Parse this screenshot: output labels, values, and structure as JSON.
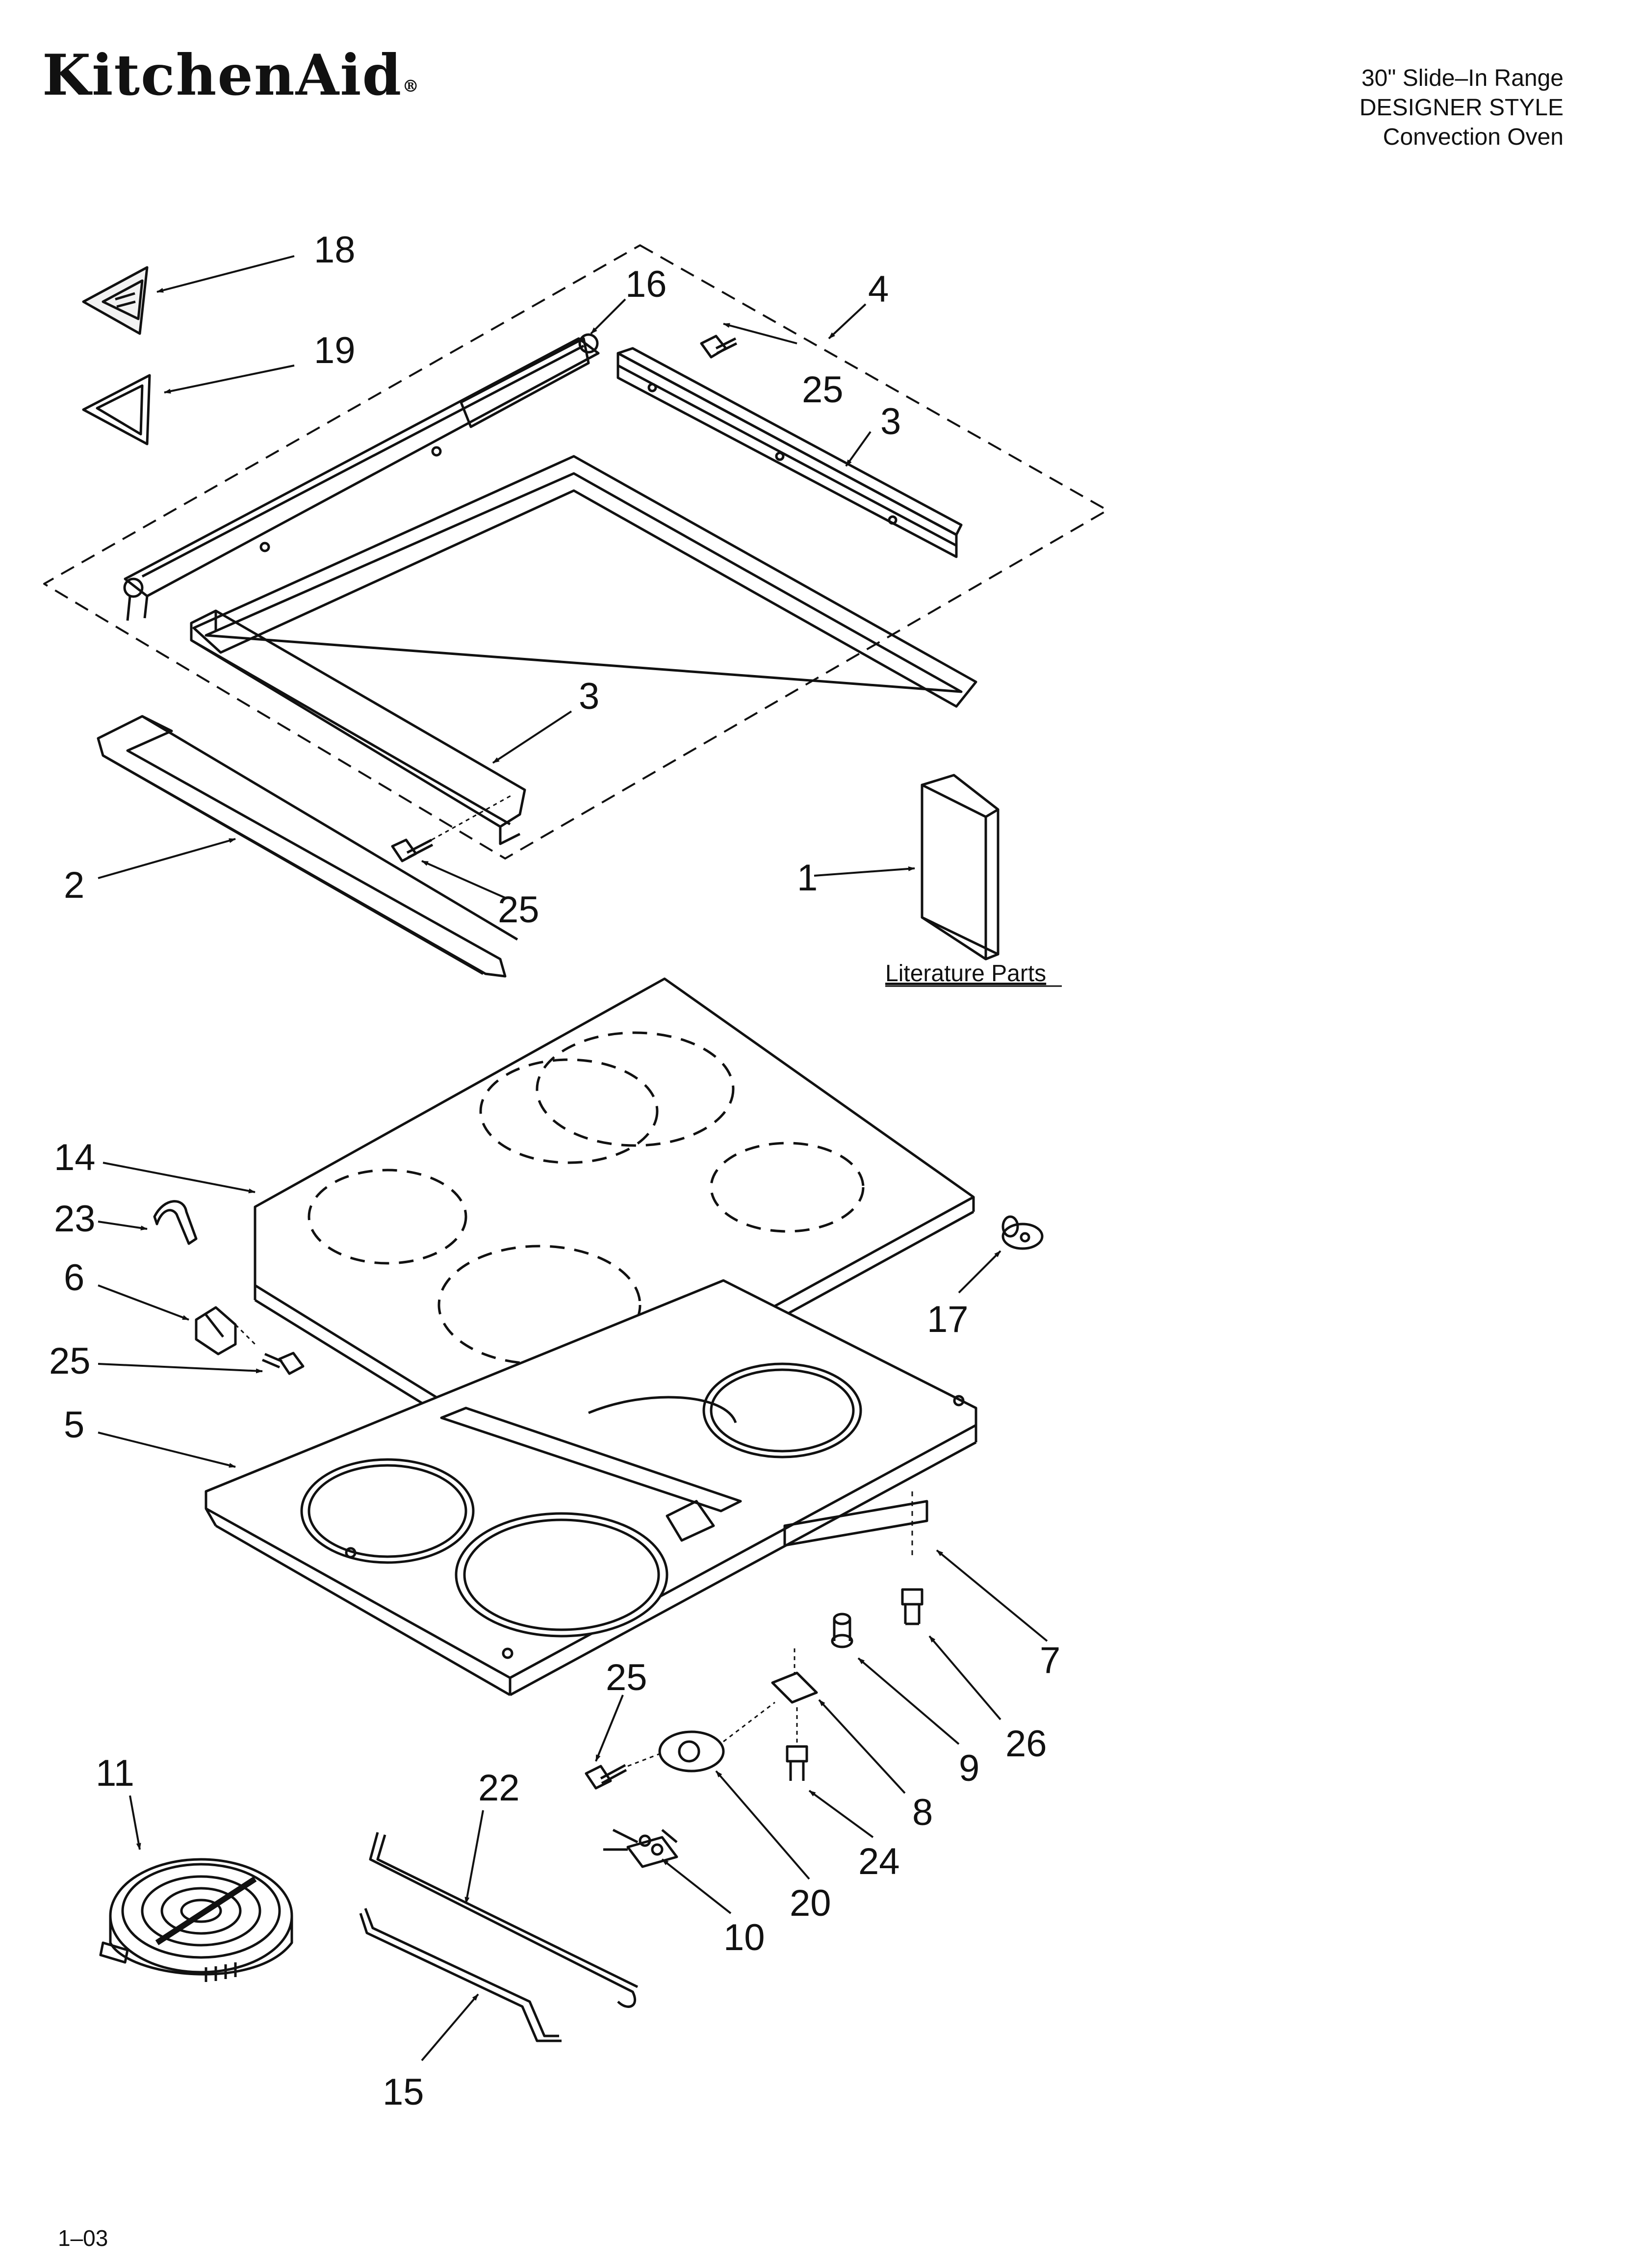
{
  "header": {
    "brand": "KitchenAid",
    "brand_mark": "®",
    "model_lines": [
      "30\" Slide–In Range",
      "DESIGNER STYLE",
      "Convection Oven"
    ]
  },
  "callouts": {
    "c1": "1",
    "c2": "2",
    "c3a": "3",
    "c3b": "3",
    "c4": "4",
    "c5": "5",
    "c6": "6",
    "c7": "7",
    "c8": "8",
    "c9": "9",
    "c10": "10",
    "c11": "11",
    "c14": "14",
    "c15": "15",
    "c16": "16",
    "c17": "17",
    "c18": "18",
    "c19": "19",
    "c20": "20",
    "c22": "22",
    "c23": "23",
    "c24": "24",
    "c25a": "25",
    "c25b": "25",
    "c25c": "25",
    "c25d": "25",
    "c26": "26"
  },
  "literature_label": "Literature Parts",
  "footer": {
    "code": "1–03"
  }
}
